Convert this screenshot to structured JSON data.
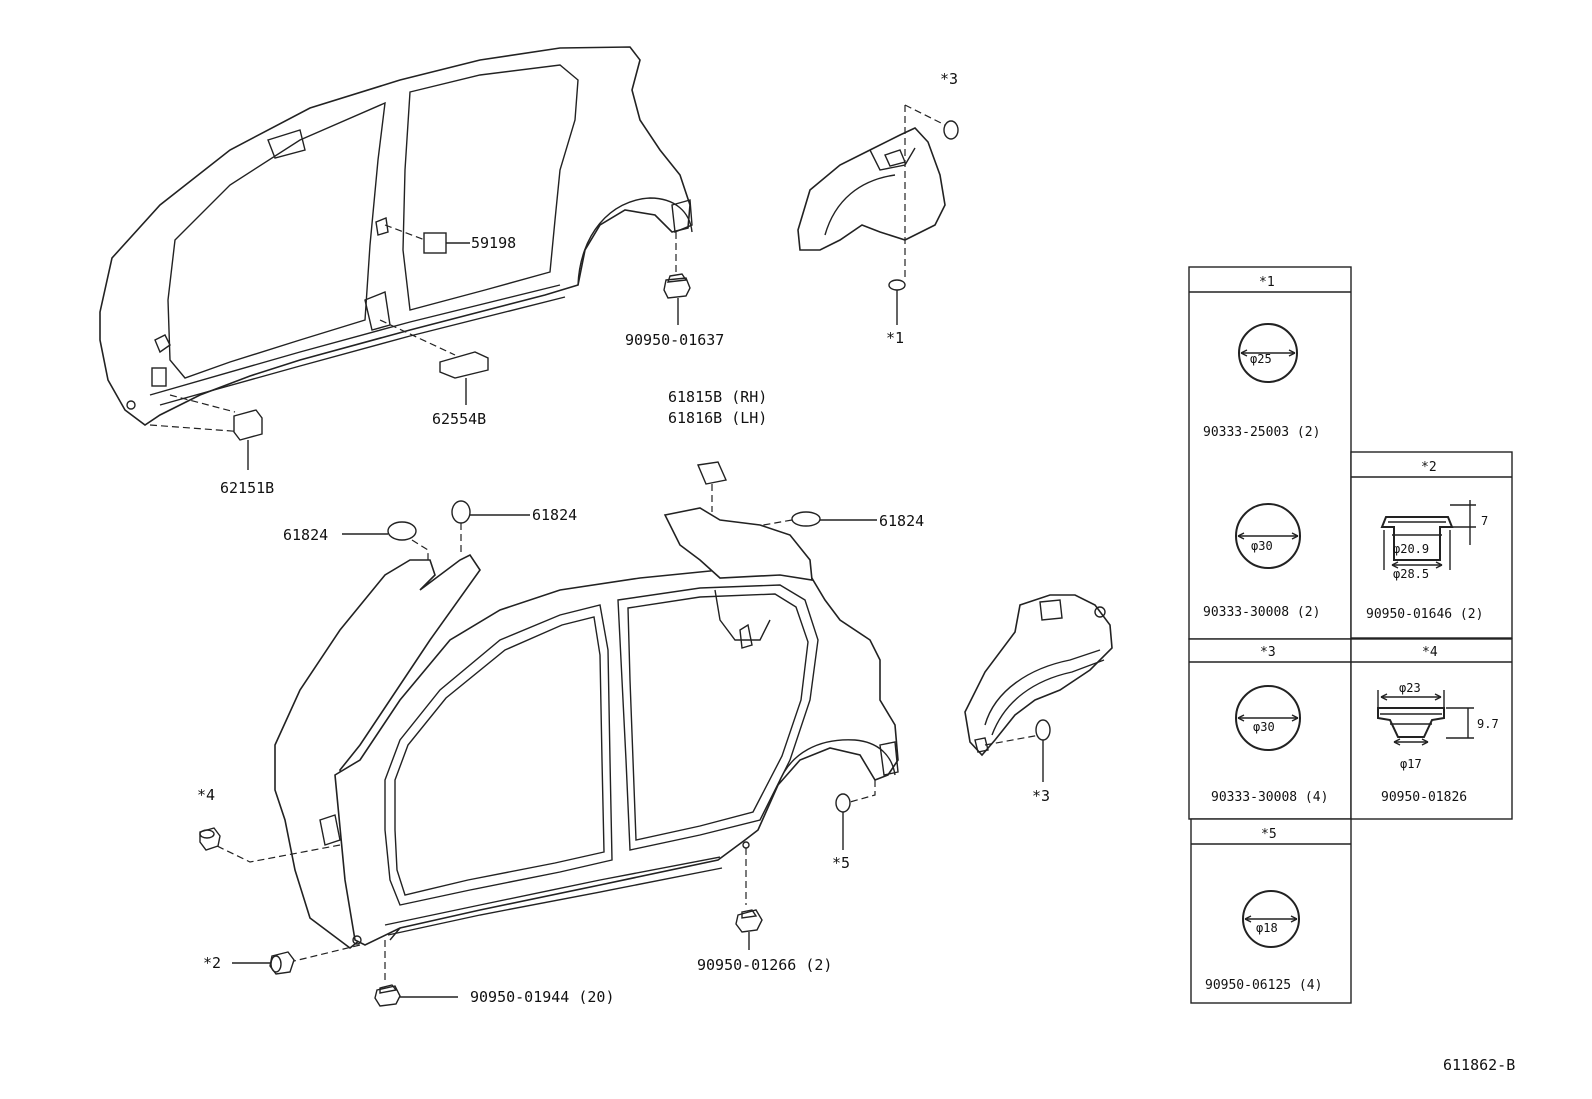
{
  "labels": {
    "p59198": "59198",
    "p62554b": "62554B",
    "p62151b": "62151B",
    "p9095001637": "90950-01637",
    "star3_top": "*3",
    "star1_top": "*1",
    "p61815b": "61815B (RH)",
    "p61816b": "61816B (LH)",
    "p61824_left": "61824",
    "p61824_mid": "61824",
    "p61824_right": "61824",
    "star4": "*4",
    "star2": "*2",
    "star5": "*5",
    "star3_lower": "*3",
    "p9095001266": "90950-01266 (2)",
    "p9095001944": "90950-01944 (20)",
    "figure_code": "611862-B"
  },
  "table": {
    "s1": {
      "header": "*1",
      "items": [
        {
          "dia": "φ25",
          "part": "90333-25003 (2)"
        },
        {
          "dia": "φ30",
          "part": "90333-30008 (2)"
        }
      ]
    },
    "s2": {
      "header": "*2",
      "dim_h": "7",
      "dim_inner": "φ20.9",
      "dim_outer": "φ28.5",
      "part": "90950-01646 (2)"
    },
    "s3": {
      "header": "*3",
      "dia": "φ30",
      "part": "90333-30008 (4)"
    },
    "s4": {
      "header": "*4",
      "dim_top": "φ23",
      "dim_h": "9.7",
      "dim_bottom": "φ17",
      "part": "90950-01826"
    },
    "s5": {
      "header": "*5",
      "dia": "φ18",
      "part": "90950-06125 (4)"
    }
  }
}
